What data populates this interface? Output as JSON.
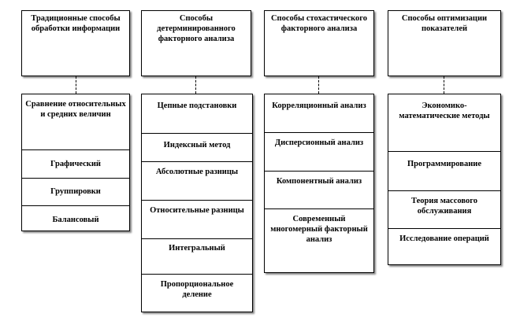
{
  "columns": [
    {
      "header": "Традиционные способы обработки информации",
      "items": [
        "Сравнение относительных и средних величин",
        "Графический",
        "Группировки",
        "Балансовый"
      ]
    },
    {
      "header": "Способы детерминированного факторного анализа",
      "items": [
        "Цепные подстановки",
        "Индексный метод",
        "Абсолютные разницы",
        "Относительные разницы",
        "Интегральный",
        "Пропорциональное деление"
      ]
    },
    {
      "header": "Способы стохастического факторного анализа",
      "items": [
        "Корреляционный анализ",
        "Дисперсионный анализ",
        "Компонентный анализ",
        "Современный многомерный факторный анализ"
      ]
    },
    {
      "header": "Способы оптимизации показателей",
      "items": [
        "Экономико-математические методы",
        "Программирование",
        "Теория массового обслуживания",
        "Исследование операций"
      ]
    }
  ]
}
